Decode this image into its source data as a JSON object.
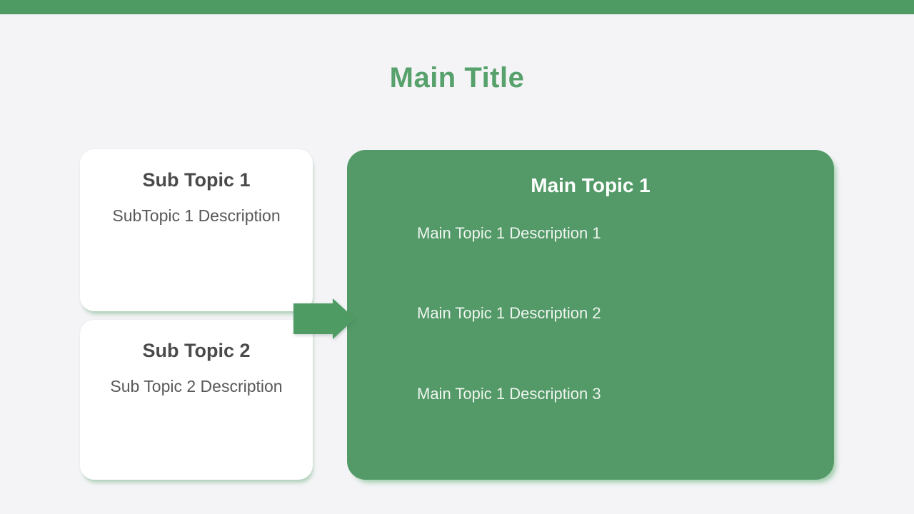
{
  "slide": {
    "title": "Main Title",
    "sub_topics": [
      {
        "title": "Sub Topic 1",
        "description": "SubTopic 1 Description"
      },
      {
        "title": "Sub Topic 2",
        "description": "Sub Topic 2 Description"
      }
    ],
    "main_topic": {
      "title": "Main Topic 1",
      "descriptions": [
        "Main Topic 1 Description 1",
        "Main Topic 1 Description 2",
        "Main Topic 1 Description 3"
      ]
    },
    "icons": {
      "arrow": "arrow-right-block"
    },
    "colors": {
      "top_bar_green": "#4F9B64",
      "title_text_green": "#57A16C",
      "main_card_green": "#539A68",
      "arrow_green": "#4F9B64",
      "background": "#F4F4F6",
      "card_background": "#FFFFFF",
      "sub_title_text": "#4A4A4A",
      "sub_description_text": "#585858",
      "main_card_text": "#FFFFFF",
      "shadow_green": "#94C7A1"
    }
  }
}
